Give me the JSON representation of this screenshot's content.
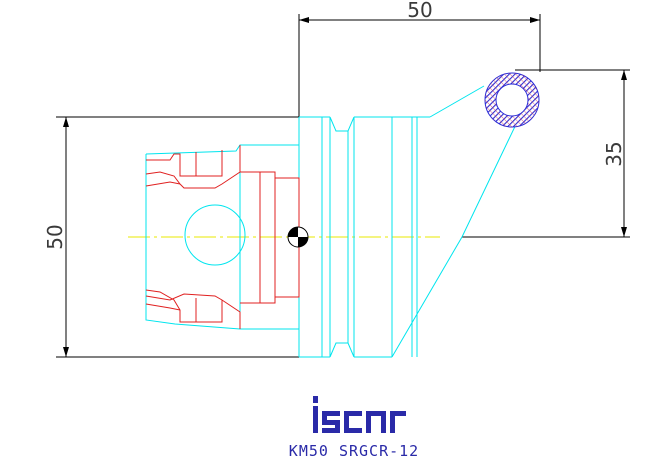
{
  "dimensions": {
    "top_width": "50",
    "left_height": "50",
    "right_height": "35"
  },
  "brand": {
    "logo_text": "iscar"
  },
  "caption": {
    "part_number": "KM50 SRGCR-12"
  },
  "colors": {
    "dimension_lines": "#000000",
    "dimension_text": "#3a3a3a",
    "body_outline": "#00e5ee",
    "insert_outline": "#e02020",
    "centerline": "#e8e800",
    "coolant_hatch": "#2b2bd6",
    "logo": "#2a2aa8"
  }
}
